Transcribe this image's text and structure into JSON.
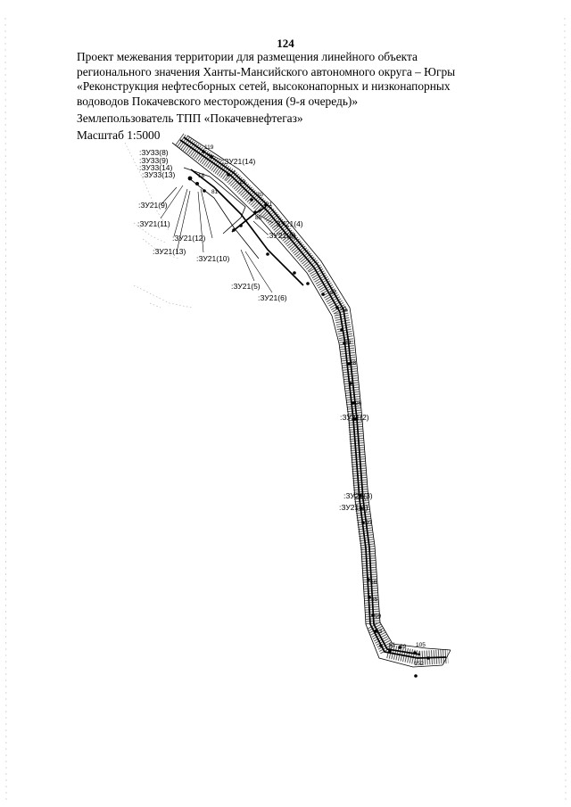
{
  "page_number": "124",
  "title_lines": [
    "Проект межевания территории для размещения линейного объекта",
    "регионального значения Ханты-Мансийского автономного округа – Югры",
    "«Реконструкция нефтесборных сетей, высоконапорных и низконапорных",
    "водоводов Покачевского месторождения (9-я очередь)»"
  ],
  "land_user": "Землепользователь ТПП «Покачевнефтегаз»",
  "scale": "Масштаб 1:5000",
  "parcel_labels": {
    "zu21_14": ":ЗУ21(14)",
    "zu33_8": ":ЗУ33(8)",
    "zu33_9": ":ЗУ33(9)",
    "zu33_14": ":ЗУ33(14)",
    "zu33_13": ":ЗУ33(13)",
    "zu21_9": ":ЗУ21(9)",
    "zu21_4": ":ЗУ21(4)",
    "zu21_8": ":ЗУ21(8)",
    "zu21_11": ":ЗУ21(11)",
    "zu21_12": ":ЗУ21(12)",
    "zu21_13": ":ЗУ21(13)",
    "zu21_10": ":ЗУ21(10)",
    "zu21_5": ":ЗУ21(5)",
    "zu21_6": ":ЗУ21(6)",
    "zu21_2": ":ЗУ21(2)",
    "zu21_3": ":ЗУ21(3)",
    "zu21_1": ":ЗУ21(1)"
  },
  "point_numbers": {
    "p119": "119",
    "p18": "18",
    "p19": "19",
    "p20": "20",
    "p21": "21",
    "p81": "81",
    "p85": "85",
    "p87": "87",
    "p90": "90",
    "p69": "69",
    "p88": "88",
    "p96": "96",
    "p97": "97",
    "p66": "66",
    "p65": "65",
    "p99": "99",
    "p63": "63",
    "p61": "61",
    "p59": "59",
    "p105": "105",
    "p152": "152"
  }
}
